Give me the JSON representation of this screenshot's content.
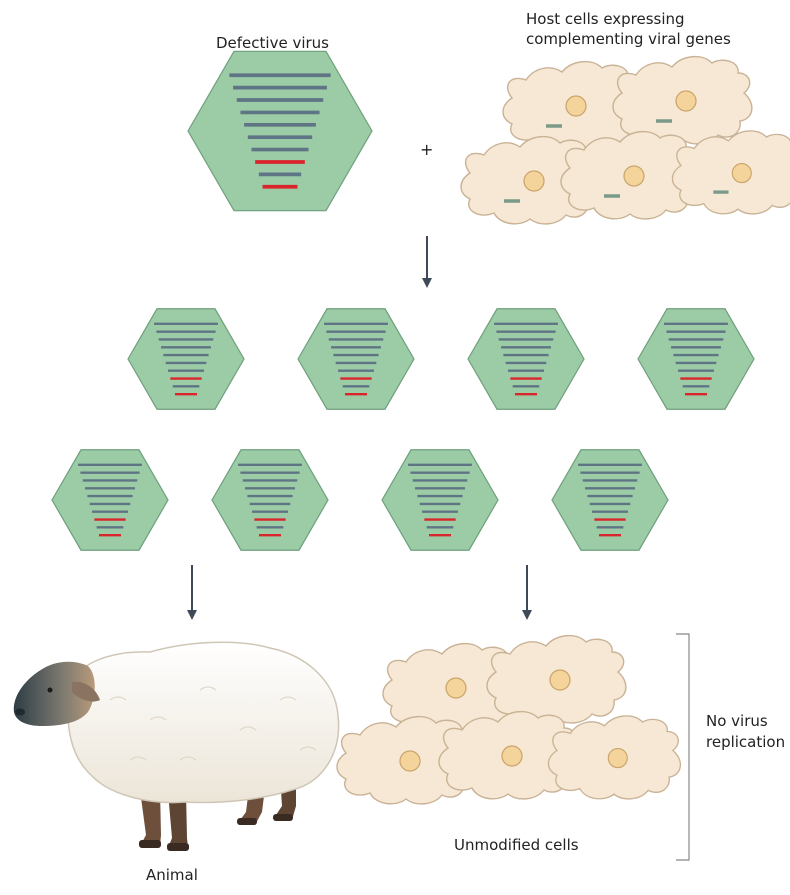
{
  "labels": {
    "defective_virus": "Defective virus",
    "host_cells_line1": "Host cells expressing",
    "host_cells_line2": "complementing viral genes",
    "plus": "+",
    "no_virus_line1": "No virus",
    "no_virus_line2": "replication",
    "unmodified_cells": "Unmodified cells",
    "animal": "Animal"
  },
  "colors": {
    "capsid_fill": "#9ccca6",
    "capsid_stroke": "#6f9f7c",
    "genome_line": "#5f7484",
    "defective_gene": "#d8262c",
    "complementing_gene": "#7a9a8a",
    "cell_fill": "#f6e8d4",
    "cell_stroke": "#c9b295",
    "nucleus_fill": "#f4d49a",
    "arrow": "#3e4a57"
  },
  "icons": {
    "virus": "hexagon-capsid-icon",
    "cell": "amoeboid-cell-icon",
    "animal": "sheep-icon",
    "arrow": "arrow-down-icon"
  }
}
